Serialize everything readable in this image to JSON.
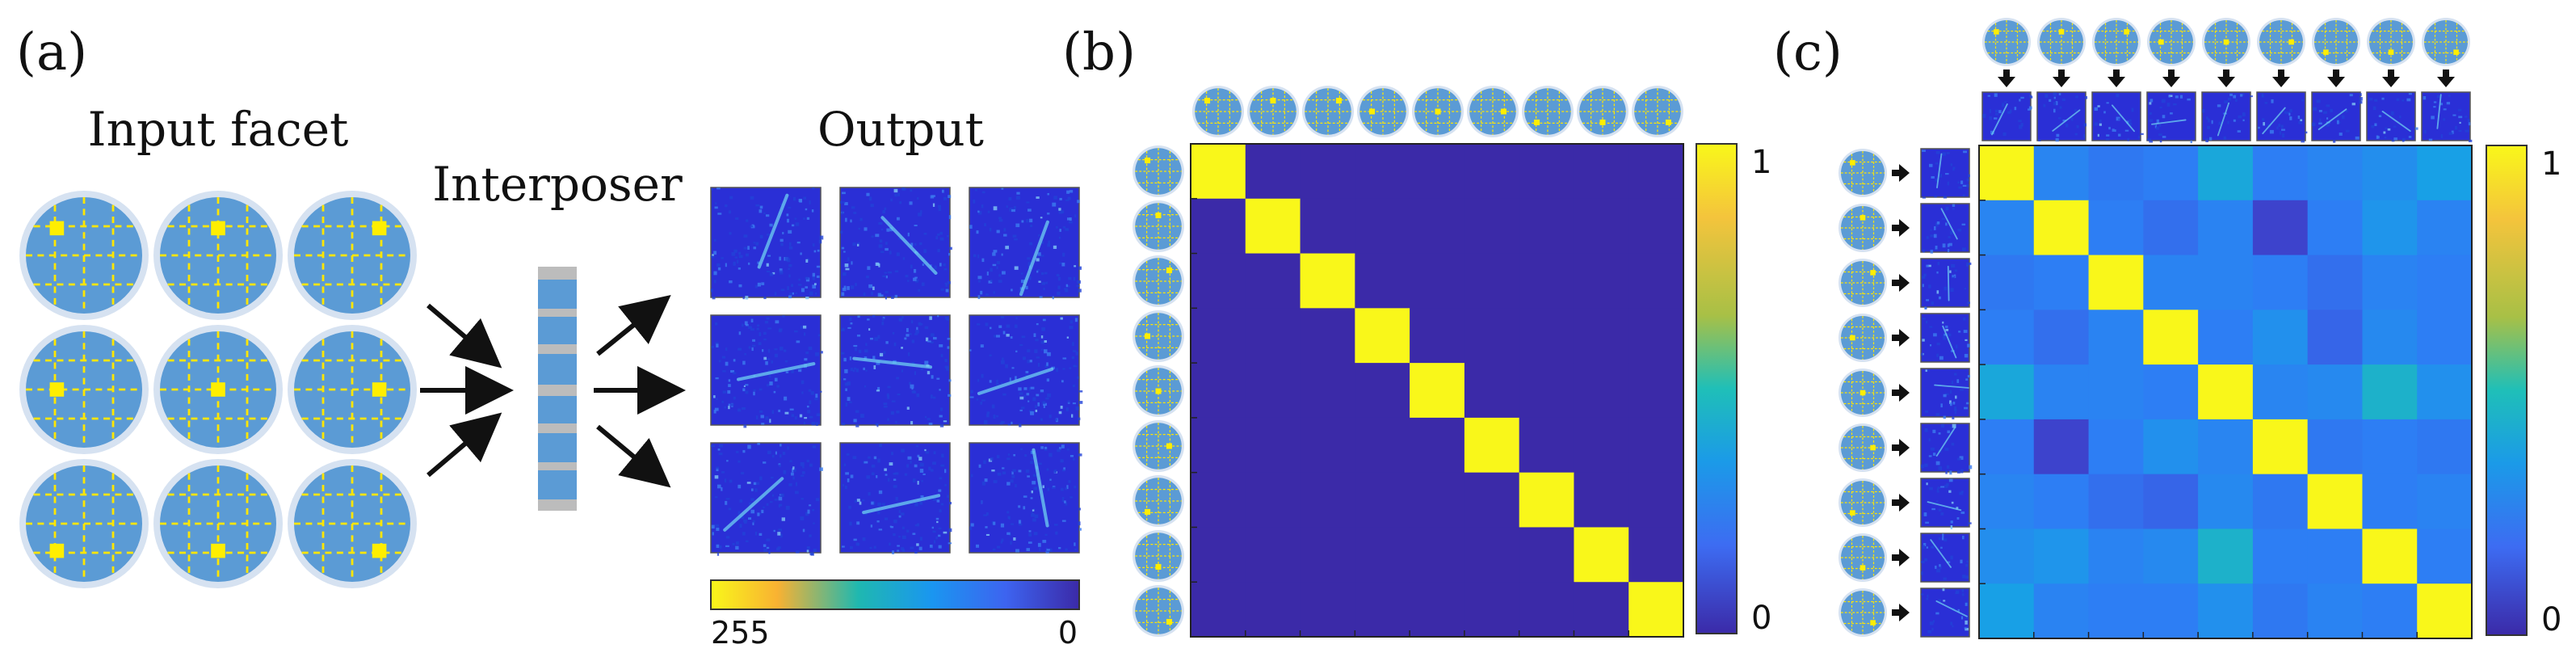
{
  "panels": {
    "a": {
      "label": "(a)",
      "input_title": "Input facet",
      "interposer_title": "Interposer",
      "output_title": "Output",
      "colorbar": {
        "left_label": "255",
        "right_label": "0"
      },
      "facets": [
        {
          "spot": [
            1,
            1
          ]
        },
        {
          "spot": [
            1,
            2
          ]
        },
        {
          "spot": [
            1,
            3
          ]
        },
        {
          "spot": [
            2,
            1
          ]
        },
        {
          "spot": [
            2,
            2
          ]
        },
        {
          "spot": [
            2,
            3
          ]
        },
        {
          "spot": [
            3,
            1
          ]
        },
        {
          "spot": [
            3,
            2
          ]
        },
        {
          "spot": [
            3,
            3
          ]
        }
      ]
    },
    "b": {
      "label": "(b)",
      "colorbar": {
        "top_label": "1",
        "bottom_label": "0"
      }
    },
    "c": {
      "label": "(c)",
      "colorbar": {
        "top_label": "1",
        "bottom_label": "0"
      }
    }
  },
  "colors": {
    "facet_fill": "#5b9bd5",
    "facet_ring": "#d6e2f1",
    "grid_dash": "#ffe600",
    "spot": "#ffee00",
    "matrix_low": "#3b2aa8",
    "matrix_high": "#f9f71a",
    "speckle_bg": "#2a2fd6"
  },
  "chart_data": [
    {
      "type": "heatmap",
      "title": "",
      "rows": 9,
      "cols": 9,
      "zlim": [
        0,
        1
      ],
      "values": [
        [
          1,
          0,
          0,
          0,
          0,
          0,
          0,
          0,
          0
        ],
        [
          0,
          1,
          0,
          0,
          0,
          0,
          0,
          0,
          0
        ],
        [
          0,
          0,
          1,
          0,
          0,
          0,
          0,
          0,
          0
        ],
        [
          0,
          0,
          0,
          1,
          0,
          0,
          0,
          0,
          0
        ],
        [
          0,
          0,
          0,
          0,
          1,
          0,
          0,
          0,
          0
        ],
        [
          0,
          0,
          0,
          0,
          0,
          1,
          0,
          0,
          0
        ],
        [
          0,
          0,
          0,
          0,
          0,
          0,
          1,
          0,
          0
        ],
        [
          0,
          0,
          0,
          0,
          0,
          0,
          0,
          1,
          0
        ],
        [
          0,
          0,
          0,
          0,
          0,
          0,
          0,
          0,
          1
        ]
      ]
    },
    {
      "type": "heatmap",
      "title": "",
      "rows": 9,
      "cols": 9,
      "zlim": [
        0,
        1
      ],
      "values": [
        [
          1.0,
          0.33,
          0.28,
          0.3,
          0.48,
          0.3,
          0.33,
          0.37,
          0.45
        ],
        [
          0.33,
          1.0,
          0.3,
          0.25,
          0.32,
          0.1,
          0.3,
          0.4,
          0.32
        ],
        [
          0.28,
          0.3,
          1.0,
          0.32,
          0.32,
          0.3,
          0.25,
          0.32,
          0.3
        ],
        [
          0.3,
          0.25,
          0.32,
          1.0,
          0.3,
          0.38,
          0.22,
          0.35,
          0.3
        ],
        [
          0.48,
          0.32,
          0.32,
          0.3,
          1.0,
          0.33,
          0.35,
          0.52,
          0.38
        ],
        [
          0.3,
          0.1,
          0.3,
          0.38,
          0.33,
          1.0,
          0.28,
          0.3,
          0.28
        ],
        [
          0.33,
          0.3,
          0.25,
          0.22,
          0.35,
          0.28,
          1.0,
          0.3,
          0.32
        ],
        [
          0.37,
          0.4,
          0.32,
          0.35,
          0.52,
          0.3,
          0.3,
          1.0,
          0.3
        ],
        [
          0.45,
          0.32,
          0.3,
          0.3,
          0.38,
          0.28,
          0.32,
          0.3,
          1.0
        ]
      ]
    }
  ]
}
